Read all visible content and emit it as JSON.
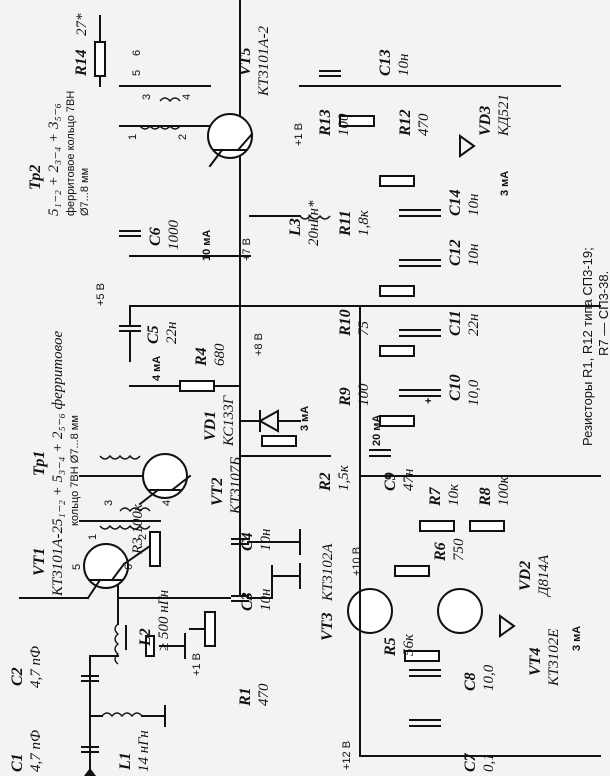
{
  "labels": {
    "C1": "C1",
    "C1v": "4,7 пФ",
    "L1": "L1",
    "L1v": "14 нГн",
    "C2": "C2",
    "C2v": "4,7 пФ",
    "VT1": "VT1",
    "VT1v": "КТ3101А-2",
    "L2": "L2",
    "L2v": "≥ 500 нГн",
    "p1B": "+1 В",
    "R1": "R1",
    "R1v": "470",
    "C3": "C3",
    "C3v": "10н",
    "C4": "C4",
    "C4v": "10н",
    "R3": "R3 100к",
    "VT2": "VT2",
    "VT2v": "КТ3107Б",
    "Tp1": "Тр1",
    "Tp1f": "5₁₋₂ + 5₃₋₄ + 2₅₋₆ ферритовое",
    "Tp1r": "кольцо 7ВН  Ø7...8 мм",
    "VD1": "VD1",
    "VD1v": "КС133Г",
    "R2": "R2",
    "R2v": "1,5к",
    "ma3a": "3 мА",
    "ma4": "4 мА",
    "R4": "R4",
    "R4v": "680",
    "p8B": "+8 В",
    "C5": "C5",
    "C5v": "22н",
    "p5B": "+5 В",
    "C6": "C6",
    "C6v": "1000",
    "ma10": "10 мА",
    "p7B": "+7 В",
    "Tp2": "Тр2",
    "Tp2f": "5₁₋₂ + 2₃₋₄ + 3₅₋₆",
    "Tp2r": "ферритовое кольцо 7ВН",
    "Tp2d": "Ø7...8 мм",
    "R14": "R14",
    "R14v": "27*",
    "VT5": "VT5",
    "VT5v": "КТ3101А-2",
    "p1Bb": "+1 В",
    "C13": "C13",
    "C13v": "10н",
    "R13": "R13",
    "R13v": "100",
    "R12": "R12",
    "R12v": "470",
    "VD3": "VD3",
    "VD3v": "КД521",
    "C14": "C14",
    "C14v": "10н",
    "ma3b": "3 мА",
    "L3": "L3",
    "L3v": "20нГн*",
    "R11": "R11",
    "R11v": "1,8к",
    "C12": "C12",
    "C12v": "10н",
    "R10": "R10",
    "R10v": "75",
    "C11": "C11",
    "C11v": "22н",
    "R9": "R9",
    "R9v": "100",
    "C10": "C10",
    "C10v": "10,0",
    "ma20": "20 мА",
    "C9": "C9",
    "C9v": "47н",
    "R7": "R7",
    "R7v": "10к",
    "R8": "R8",
    "R8v": "100к",
    "p10B": "+10 В",
    "VT3": "VT3",
    "VT3v": "КТ3102А",
    "R6": "R6",
    "R6v": "750",
    "VD2": "VD2",
    "VD2v": "Д814А",
    "R5": "R5",
    "R5v": "56к",
    "C8": "C8",
    "C8v": "10,0",
    "VT4": "VT4",
    "VT4v": "КТ3102Е",
    "ma3c": "3 мА",
    "p12B": "+12 В",
    "C7": "C7",
    "C7v": "0,1",
    "n1": "1",
    "n2": "2",
    "n3": "3",
    "n4": "4",
    "n5": "5",
    "n6": "6",
    "m1": "1",
    "m2": "2",
    "m3": "3",
    "m4": "4",
    "m5": "5",
    "m6": "6",
    "plus": "+",
    "note1": "Резисторы R1, R12 типа СП3-19;",
    "note2": "R7 — СП3-38."
  }
}
